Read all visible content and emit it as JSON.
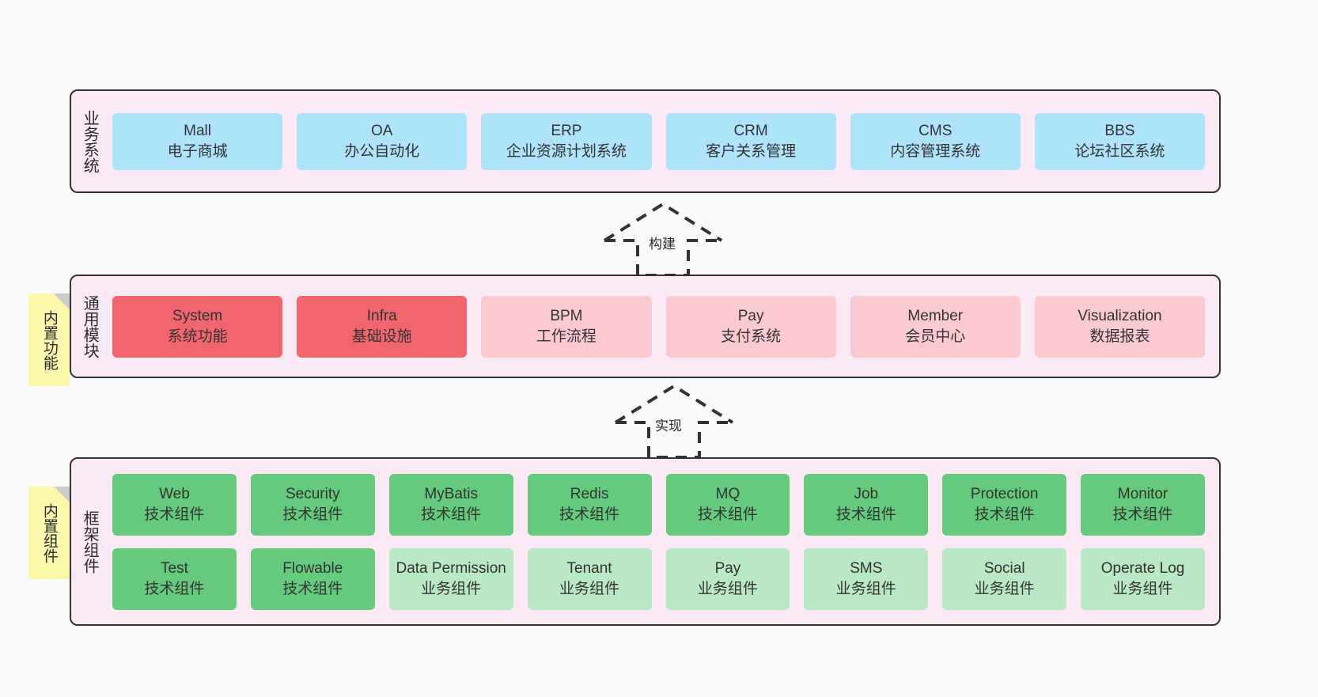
{
  "diagram": {
    "background": "#fafafa",
    "layers": [
      {
        "id": "business",
        "title": "业务系统",
        "container_color": "#fbeaf5",
        "rows": [
          {
            "cards": [
              {
                "en": "Mall",
                "cn": "电子商城",
                "color": "#ade3fb"
              },
              {
                "en": "OA",
                "cn": "办公自动化",
                "color": "#ade3fb"
              },
              {
                "en": "ERP",
                "cn": "企业资源计划系统",
                "color": "#ade3fb"
              },
              {
                "en": "CRM",
                "cn": "客户关系管理",
                "color": "#ade3fb"
              },
              {
                "en": "CMS",
                "cn": "内容管理系统",
                "color": "#ade3fb"
              },
              {
                "en": "BBS",
                "cn": "论坛社区系统",
                "color": "#ade3fb"
              }
            ]
          }
        ]
      },
      {
        "id": "modules",
        "title": "通用模块",
        "note": "内置功能",
        "container_color": "#fbeaf5",
        "rows": [
          {
            "cards": [
              {
                "en": "System",
                "cn": "系统功能",
                "color": "#f1666c"
              },
              {
                "en": "Infra",
                "cn": "基础设施",
                "color": "#f1666c"
              },
              {
                "en": "BPM",
                "cn": "工作流程",
                "color": "#fbc9d0"
              },
              {
                "en": "Pay",
                "cn": "支付系统",
                "color": "#fbc9d0"
              },
              {
                "en": "Member",
                "cn": "会员中心",
                "color": "#fbc9d0"
              },
              {
                "en": "Visualization",
                "cn": "数据报表",
                "color": "#fbc9d0"
              }
            ]
          }
        ]
      },
      {
        "id": "framework",
        "title": "框架组件",
        "note": "内置组件",
        "container_color": "#fbeaf5",
        "rows": [
          {
            "cards": [
              {
                "en": "Web",
                "cn": "技术组件",
                "color": "#65ca7c"
              },
              {
                "en": "Security",
                "cn": "技术组件",
                "color": "#65ca7c"
              },
              {
                "en": "MyBatis",
                "cn": "技术组件",
                "color": "#65ca7c"
              },
              {
                "en": "Redis",
                "cn": "技术组件",
                "color": "#65ca7c"
              },
              {
                "en": "MQ",
                "cn": "技术组件",
                "color": "#65ca7c"
              },
              {
                "en": "Job",
                "cn": "技术组件",
                "color": "#65ca7c"
              },
              {
                "en": "Protection",
                "cn": "技术组件",
                "color": "#65ca7c"
              },
              {
                "en": "Monitor",
                "cn": "技术组件",
                "color": "#65ca7c"
              }
            ]
          },
          {
            "cards": [
              {
                "en": "Test",
                "cn": "技术组件",
                "color": "#65ca7c"
              },
              {
                "en": "Flowable",
                "cn": "技术组件",
                "color": "#65ca7c"
              },
              {
                "en": "Data Permission",
                "cn": "业务组件",
                "color": "#b9e8c4"
              },
              {
                "en": "Tenant",
                "cn": "业务组件",
                "color": "#b9e8c4"
              },
              {
                "en": "Pay",
                "cn": "业务组件",
                "color": "#b9e8c4"
              },
              {
                "en": "SMS",
                "cn": "业务组件",
                "color": "#b9e8c4"
              },
              {
                "en": "Social",
                "cn": "业务组件",
                "color": "#b9e8c4"
              },
              {
                "en": "Operate Log",
                "cn": "业务组件",
                "color": "#b9e8c4"
              }
            ]
          }
        ]
      }
    ],
    "arrows": [
      {
        "id": "build",
        "label": "构建",
        "style": "dashed-hollow-up"
      },
      {
        "id": "implement",
        "label": "实现",
        "style": "dashed-hollow-up"
      }
    ]
  }
}
